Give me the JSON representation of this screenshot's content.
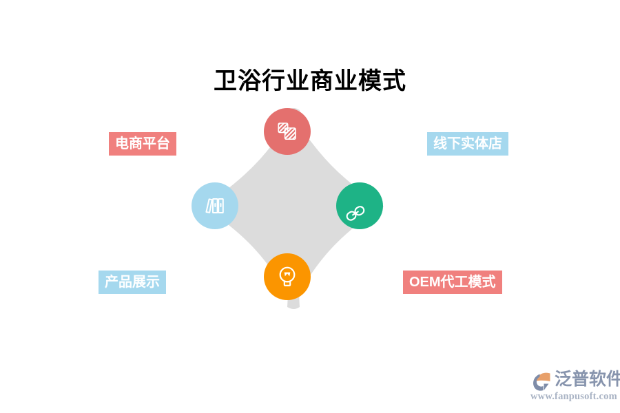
{
  "slide": {
    "title": "卫浴行业商业模式",
    "background_color": "#FFFFFF"
  },
  "diagram": {
    "center_shape": "four-pointed-star",
    "center_color": "#DCDCDC",
    "nodes": [
      {
        "position": "top",
        "icon": "layers-copy-icon",
        "color": "#E4706E",
        "linked_label": "电商平台"
      },
      {
        "position": "right",
        "icon": "chain-link-icon",
        "color": "#1EB386",
        "linked_label": "线下实体店"
      },
      {
        "position": "bottom",
        "icon": "light-bulb-icon",
        "color": "#FB9500",
        "linked_label": "OEM代工模式"
      },
      {
        "position": "left",
        "icon": "books-archive-icon",
        "color": "#A5D8EE",
        "linked_label": "产品展示"
      }
    ]
  },
  "labels": {
    "ecommerce": {
      "text": "电商平台",
      "bg_color": "#F0807E",
      "text_color": "#FFFFFF"
    },
    "offline_store": {
      "text": "线下实体店",
      "bg_color": "#A5D8EE",
      "text_color": "#FFFFFF"
    },
    "product_display": {
      "text": "产品展示",
      "bg_color": "#A5D8EE",
      "text_color": "#FFFFFF"
    },
    "oem_mode": {
      "text": "OEM代工模式",
      "bg_color": "#F0807E",
      "text_color": "#FFFFFF"
    }
  },
  "logo": {
    "brand": "泛普软件",
    "url": "www.fanpusoft.com",
    "brand_color": "#8794AD",
    "mark_colors": [
      "#E8A06A",
      "#7E8CA8"
    ]
  }
}
